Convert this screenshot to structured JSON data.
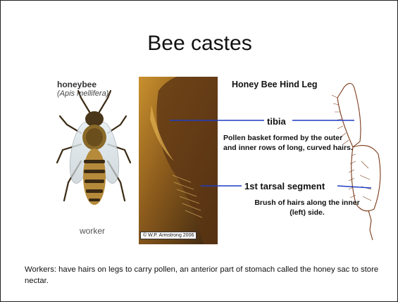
{
  "slide": {
    "title": "Bee castes",
    "figure": {
      "common_name": "honeybee",
      "scientific_name": "(Apis mellifera)",
      "worker_label": "worker",
      "leg_title": "Honey Bee Hind Leg",
      "tibia_label": "tibia",
      "tibia_description": "Pollen basket formed by the outer and inner rows of long, curved hairs.",
      "tarsal_label": "1st tarsal segment",
      "tarsal_description": "Brush of hairs along the inner (left) side.",
      "photo_credit": "W.P. Armstrong 2006"
    },
    "caption": "Workers: have hairs on legs to carry pollen, an anterior part of stomach called the honey sac to store nectar."
  },
  "colors": {
    "pointer_line": "#1f3cc4",
    "bee_body": "#8a6a2a",
    "photo_dark": "#3a2410",
    "photo_amber": "#c8902e",
    "sketch": "#7a3a1a"
  }
}
